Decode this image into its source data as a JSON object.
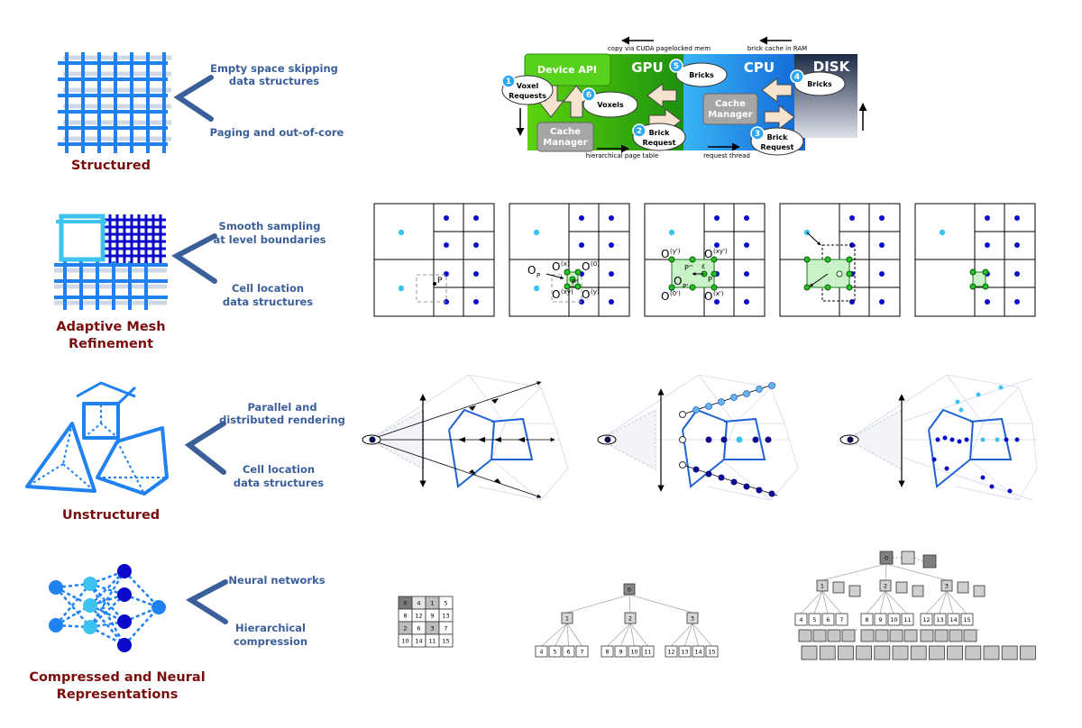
{
  "rows": [
    {
      "category": [
        "Structured"
      ],
      "labels": [
        [
          "Empty space skipping",
          "data structures"
        ],
        [
          "Paging and out-of-core"
        ]
      ]
    },
    {
      "category": [
        "Adaptive Mesh",
        "Refinement"
      ],
      "labels": [
        [
          "Smooth sampling",
          "at level boundaries"
        ],
        [
          "Cell location",
          "data structures"
        ]
      ]
    },
    {
      "category": [
        "Unstructured"
      ],
      "labels": [
        [
          "Parallel and",
          "distributed rendering"
        ],
        [
          "Cell location",
          "data structures"
        ]
      ]
    },
    {
      "category": [
        "Compressed and Neural",
        "Representations"
      ],
      "labels": [
        [
          "Neural networks"
        ],
        [
          "Hierarchical",
          "compression"
        ]
      ]
    }
  ],
  "pipeline": {
    "gpu": "GPU",
    "cpu": "CPU",
    "disk": "DISK",
    "device_api": "Device API",
    "cache_manager_gpu": [
      "Cache",
      "Manager"
    ],
    "cache_manager_cpu": [
      "Cache",
      "Manager"
    ],
    "voxel_requests": [
      "Voxel",
      "Requests"
    ],
    "voxels": "Voxels",
    "bricks_gpu": "Bricks",
    "bricks_disk": "Bricks",
    "brick_request_2": [
      "Brick",
      "Request"
    ],
    "brick_request_3": [
      "Brick",
      "Request"
    ],
    "steps": [
      "1",
      "2",
      "3",
      "4",
      "5",
      "6"
    ],
    "copy_note": "copy via CUDA pagelocked mem",
    "cache_note": "brick cache in RAM",
    "page_table_note": "hierarchical page table",
    "request_thread_note": "request thread"
  },
  "amr_labels": {
    "p": "P",
    "op": "O",
    "op_sub": "P",
    "ox": "O",
    "ox_sup": "(x)",
    "o0": "O",
    "o0_sup": "(0)",
    "oxy": "O",
    "oxy_sup": "(xy)",
    "oy": "O",
    "oy_sup": "(y)",
    "p_prime": "P'",
    "oy2": "O",
    "oy2_sup": "(y')",
    "oxy2": "O",
    "oxy2_sup": "(xy')",
    "p_star": "P''",
    "p_plain": "P",
    "eps": "ε",
    "op2": "O",
    "op2_sub": "P'",
    "o02": "O",
    "o02_sup": "(0')",
    "ox2": "O",
    "ox2_sup": "(x')"
  },
  "grid_values": [
    [
      "0",
      "4",
      "1",
      "5"
    ],
    [
      "8",
      "12",
      "9",
      "13"
    ],
    [
      "2",
      "6",
      "3",
      "7"
    ],
    [
      "10",
      "14",
      "11",
      "15"
    ]
  ],
  "tree1": {
    "root": "0",
    "level1": [
      "1",
      "2",
      "3"
    ],
    "leaves": [
      [
        "4",
        "5",
        "6",
        "7"
      ],
      [
        "8",
        "9",
        "10",
        "11"
      ],
      [
        "12",
        "13",
        "14",
        "15"
      ]
    ]
  },
  "tree2": {
    "root": "0",
    "level1": [
      "1",
      "2",
      "3"
    ],
    "leaves": [
      [
        "4",
        "5",
        "6",
        "7"
      ],
      [
        "8",
        "9",
        "10",
        "11"
      ],
      [
        "12",
        "13",
        "14",
        "15"
      ]
    ]
  },
  "colors": {
    "dark_red": "#7a0d0d",
    "label_blue": "#3b5f9a",
    "bright_blue": "#1f82f0",
    "navy": "#0a0ac8",
    "cyan": "#3ec3f0",
    "green": "#22c422"
  }
}
